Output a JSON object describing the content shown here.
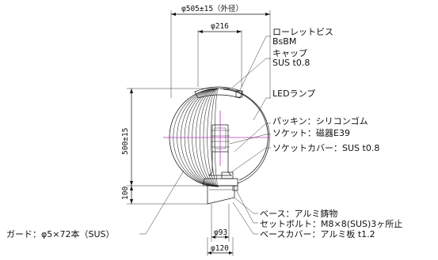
{
  "dimensions": {
    "outer_diameter": "φ505±15（外径）",
    "cap_diameter": "φ216",
    "height": "500±15",
    "base_height": "100",
    "base_dia_93": "φ93",
    "base_dia_120": "φ120"
  },
  "callouts": {
    "rolette_screw": "ローレットビス",
    "rolette_material": "BsBM",
    "cap": "キャップ",
    "cap_material": "SUS t0.8",
    "led_lamp": "LEDランプ",
    "packing": "パッキン：シリコンゴム",
    "socket": "ソケット：磁器E39",
    "socket_cover": "ソケットカバー：SUS t0.8",
    "base": "ベース：アルミ鋳物",
    "set_bolt": "セットボルト：M8×8(SUS)3ヶ所止",
    "base_cover": "ベースカバー：アルミ板 t1.2",
    "guard": "ガード：φ5×72本（SUS）"
  }
}
